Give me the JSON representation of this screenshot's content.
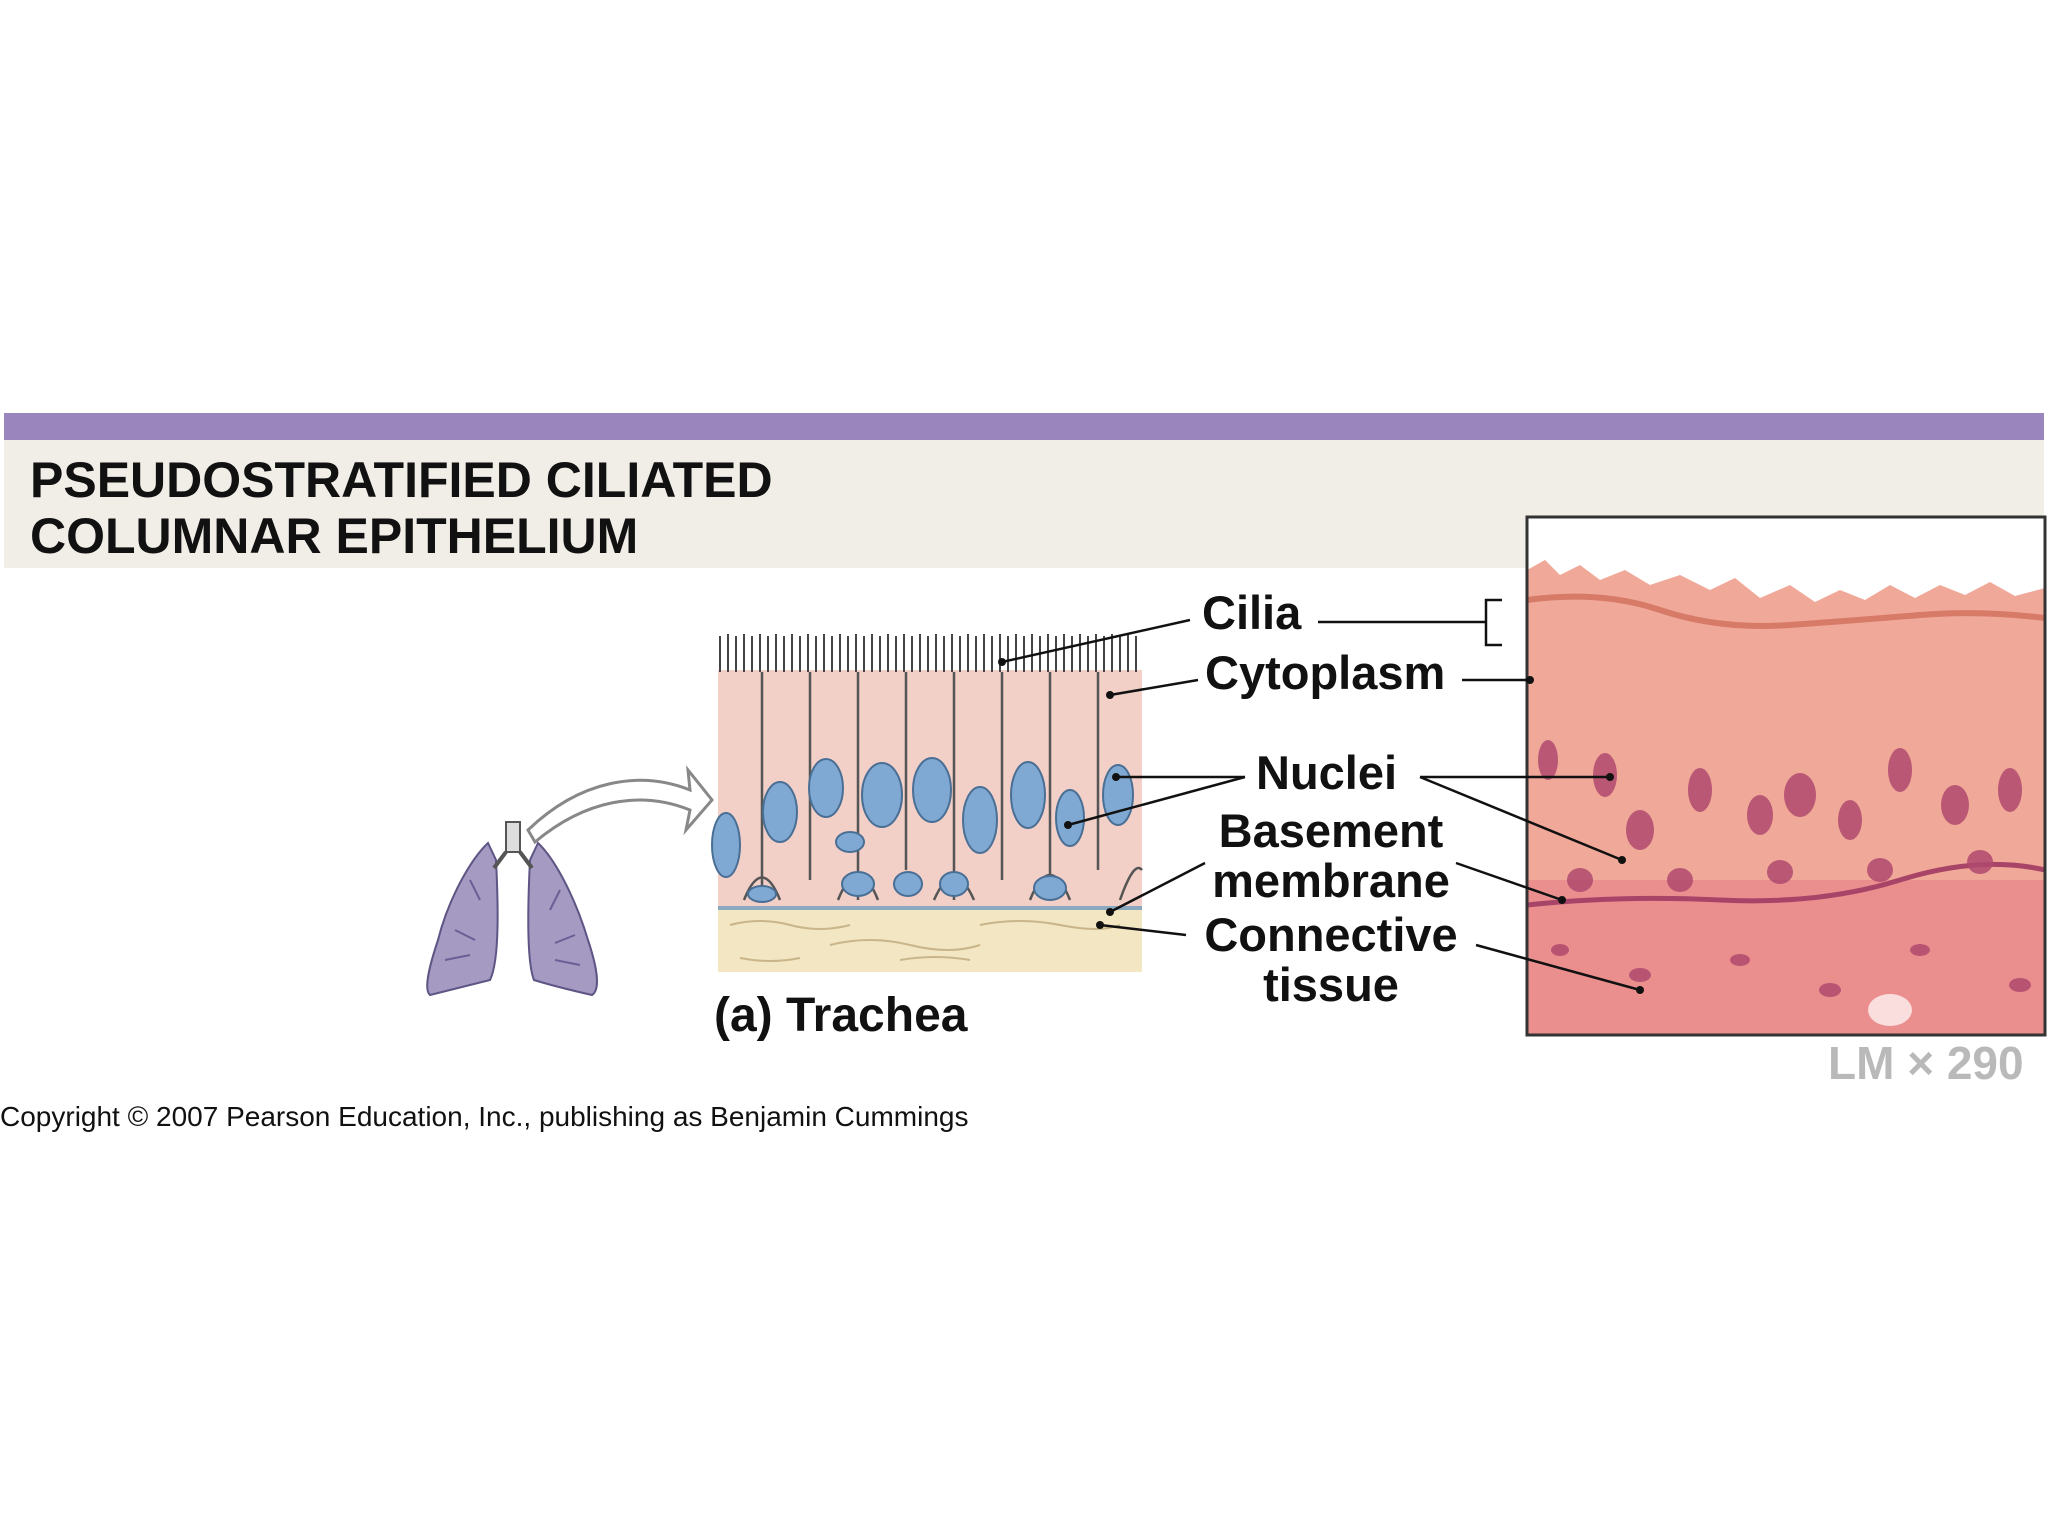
{
  "title": {
    "line1": "PSEUDOSTRATIFIED CILIATED",
    "line2": "COLUMNAR EPITHELIUM"
  },
  "labels": {
    "cilia": "Cilia",
    "cytoplasm": "Cytoplasm",
    "nuclei": "Nuclei",
    "basement_line1": "Basement",
    "basement_line2": "membrane",
    "connective_line1": "Connective",
    "connective_line2": "tissue"
  },
  "caption": "(a) Trachea",
  "magnification": "LM × 290",
  "copyright": "Copyright © 2007 Pearson Education, Inc., publishing as Benjamin Cummings",
  "colors": {
    "band": "#9a86bd",
    "title_bg": "#f1eee8",
    "cell_fill": "#f2cfc7",
    "nucleus_fill": "#7fa8d2",
    "connective_fill": "#f3e6c2",
    "lung_fill": "#a59ac2",
    "micrograph_base": "#ee9a8e",
    "micrograph_nucleus": "#b04a6e"
  }
}
